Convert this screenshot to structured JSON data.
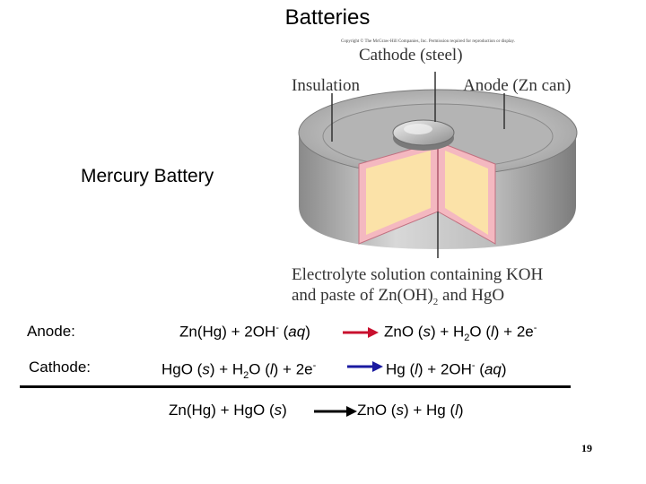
{
  "slide": {
    "title": "Batteries",
    "subtitle": "Mercury Battery",
    "page_number": "19"
  },
  "figure": {
    "copyright": "Copyright © The McGraw-Hill Companies, Inc. Permission required for reproduction or display.",
    "label_cathode": "Cathode (steel)",
    "label_insulation": "Insulation",
    "label_anode": "Anode (Zn can)",
    "label_electrolyte_line1": "Electrolyte solution containing KOH",
    "label_electrolyte_line2_a": "and paste of Zn(OH)",
    "label_electrolyte_line2_sub": "2",
    "label_electrolyte_line2_b": " and HgO"
  },
  "reactions": {
    "anode_label": "Anode:",
    "anode_left_a": "Zn(Hg) + 2OH",
    "anode_left_sup": "-",
    "anode_left_b": " (",
    "anode_left_state": "aq",
    "anode_left_c": ")",
    "anode_right_a": "ZnO (",
    "anode_right_s": "s",
    "anode_right_b": ") + H",
    "anode_right_sub": "2",
    "anode_right_c": "O (",
    "anode_right_l": "l",
    "anode_right_d": ") + 2e",
    "anode_right_sup": "-",
    "cathode_label": "Cathode:",
    "cathode_left_a": "HgO (",
    "cathode_left_s": "s",
    "cathode_left_b": ") + H",
    "cathode_left_sub": "2",
    "cathode_left_c": "O (",
    "cathode_left_l": "l",
    "cathode_left_d": ") + 2e",
    "cathode_left_sup": "-",
    "cathode_right_a": "Hg (",
    "cathode_right_l": "l",
    "cathode_right_b": ") + 2OH",
    "cathode_right_sup": "-",
    "cathode_right_c": " (",
    "cathode_right_state": "aq",
    "cathode_right_d": ")",
    "overall_left_a": "Zn(Hg) + HgO (",
    "overall_left_s": "s",
    "overall_left_b": ")",
    "overall_right_a": "ZnO (",
    "overall_right_s": "s",
    "overall_right_b": ") + Hg (",
    "overall_right_l": "l",
    "overall_right_c": ")"
  },
  "colors": {
    "arrow_red": "#c8102e",
    "arrow_blue": "#1a1aa0",
    "arrow_black": "#000000"
  }
}
